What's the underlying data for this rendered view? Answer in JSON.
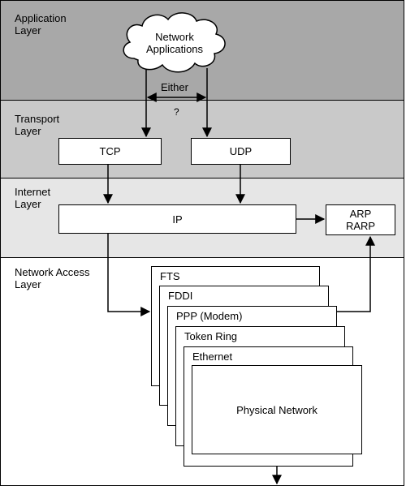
{
  "layers": {
    "application": "Application\nLayer",
    "transport": "Transport\nLayer",
    "internet": "Internet\nLayer",
    "network_access": "Network Access\nLayer"
  },
  "cloud": {
    "label": "Network\nApplications"
  },
  "either_label": "Either",
  "question_mark": "?",
  "transport_boxes": {
    "tcp": "TCP",
    "udp": "UDP"
  },
  "internet_boxes": {
    "ip": "IP",
    "arp": "ARP\nRARP"
  },
  "access_stack": [
    "FTS",
    "FDDI",
    "PPP (Modem)",
    "Token Ring",
    "Ethernet"
  ],
  "physical_network": "Physical Network",
  "colors": {
    "application_band": "#a8a8a8",
    "transport_band": "#c9c9c9",
    "internet_band": "#e6e6e6",
    "access_band": "#ffffff"
  }
}
